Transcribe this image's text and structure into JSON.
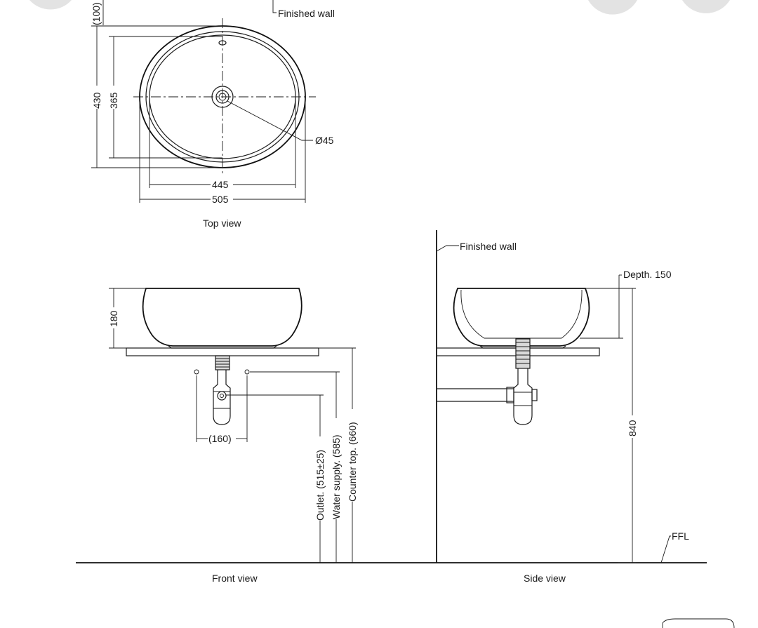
{
  "top_view": {
    "caption": "Top view",
    "wall_label": "Finished wall",
    "dim_100": "(100)",
    "dim_430": "430",
    "dim_365": "365",
    "dim_445": "445",
    "dim_505": "505",
    "dim_drain": "Ø45"
  },
  "front_view": {
    "caption": "Front view",
    "dim_180": "180",
    "dim_160": "(160)",
    "outlet": "Outlet. (515±25)",
    "water_supply": "Water supply. (585)",
    "counter_top": "Counter top. (660)"
  },
  "side_view": {
    "caption": "Side view",
    "wall_label": "Finished wall",
    "depth": "Depth. 150",
    "dim_840": "840",
    "ffl": "FFL"
  }
}
